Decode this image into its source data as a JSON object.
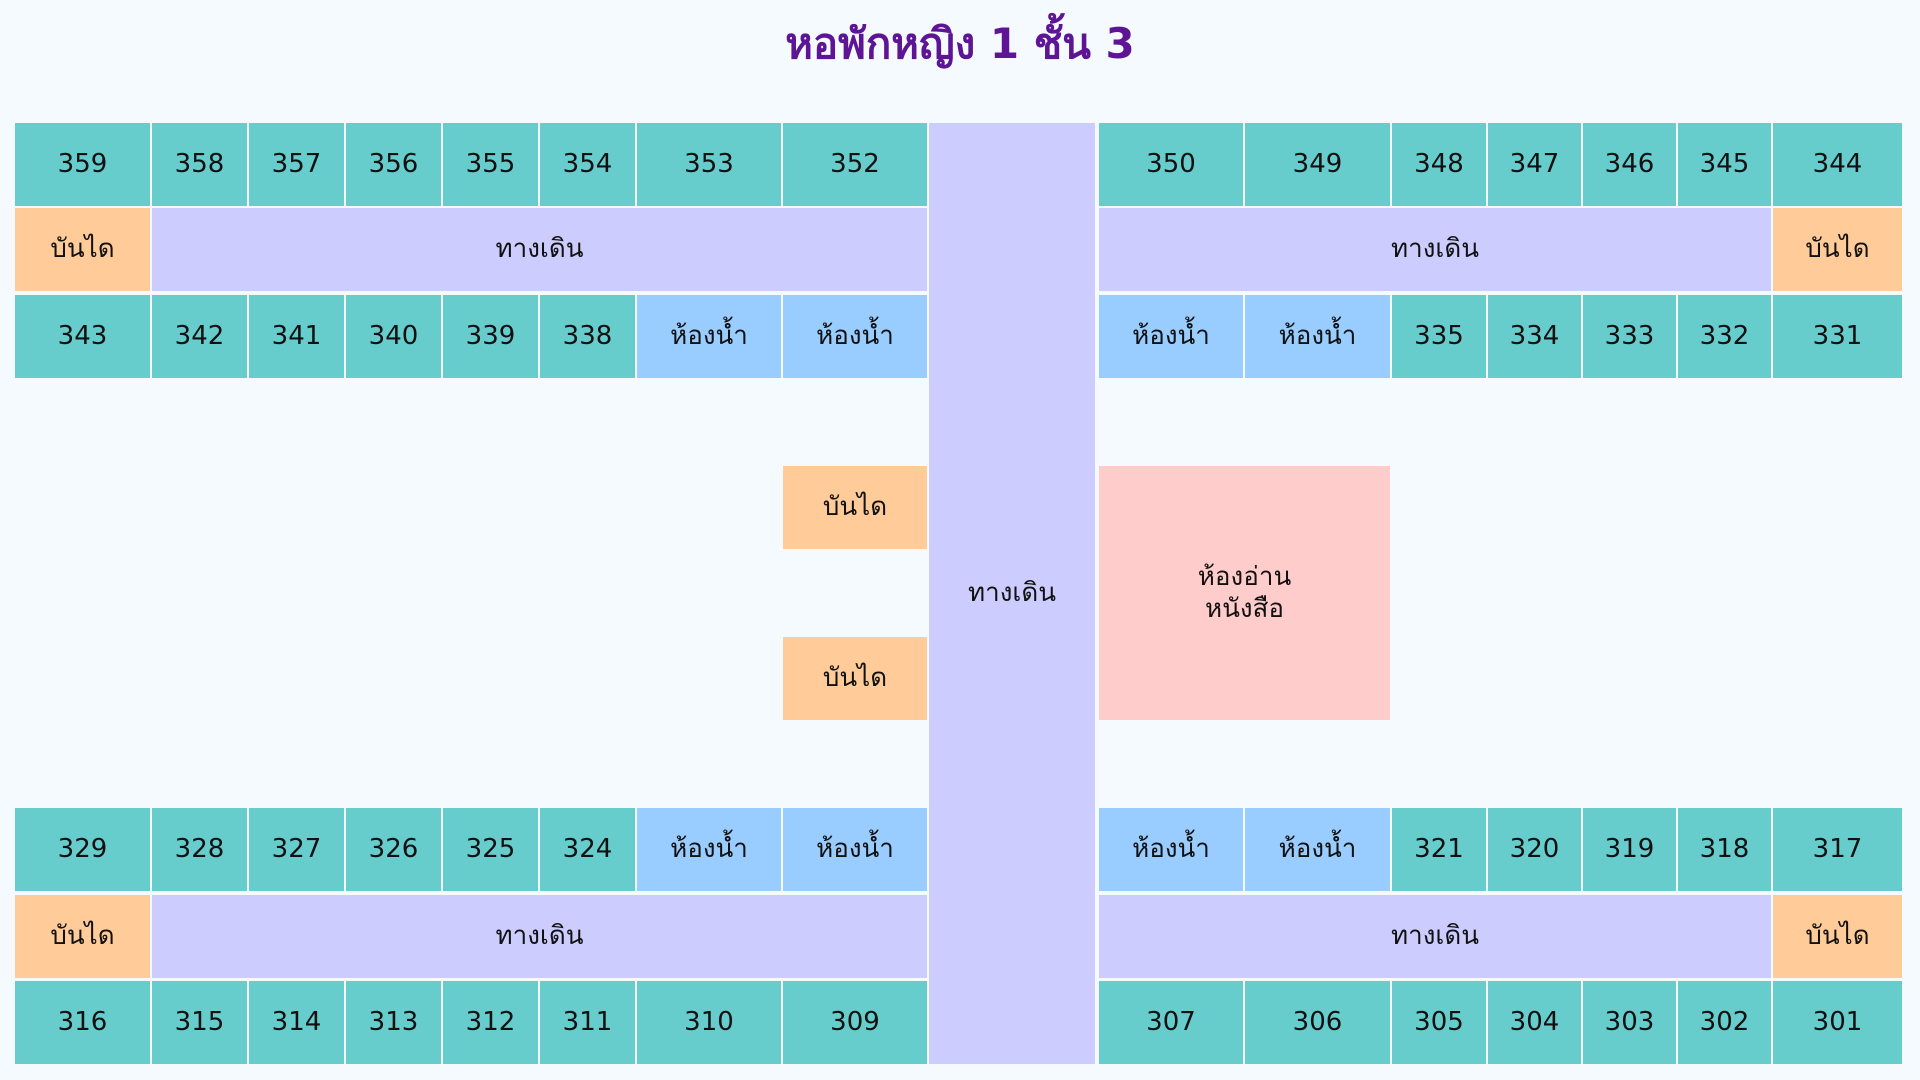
{
  "title": "หอพักหญิง 1 ชั้น 3",
  "labels": {
    "stairs": "บันได",
    "walkway": "ทางเดิน",
    "bathroom": "ห้องน้ำ",
    "reading_room": "ห้องอ่าน\nหนังสือ"
  },
  "rooms": {
    "top_left": [
      "359",
      "358",
      "357",
      "356",
      "355",
      "354",
      "353",
      "352"
    ],
    "top_right": [
      "350",
      "349",
      "348",
      "347",
      "346",
      "345",
      "344"
    ],
    "upper_left": [
      "343",
      "342",
      "341",
      "340",
      "339",
      "338"
    ],
    "upper_right": [
      "335",
      "334",
      "333",
      "332",
      "331"
    ],
    "lower_left": [
      "329",
      "328",
      "327",
      "326",
      "325",
      "324"
    ],
    "lower_right": [
      "321",
      "320",
      "319",
      "318",
      "317"
    ],
    "bottom_left": [
      "316",
      "315",
      "314",
      "313",
      "312",
      "311",
      "310",
      "309"
    ],
    "bottom_right": [
      "307",
      "306",
      "305",
      "304",
      "303",
      "302",
      "301"
    ]
  },
  "colors": {
    "room": "#66cccc",
    "bathroom": "#99ccff",
    "stairs": "#ffcc99",
    "walkway": "#ccccff",
    "reading_room": "#ffcccc",
    "title": "#5e1595"
  }
}
